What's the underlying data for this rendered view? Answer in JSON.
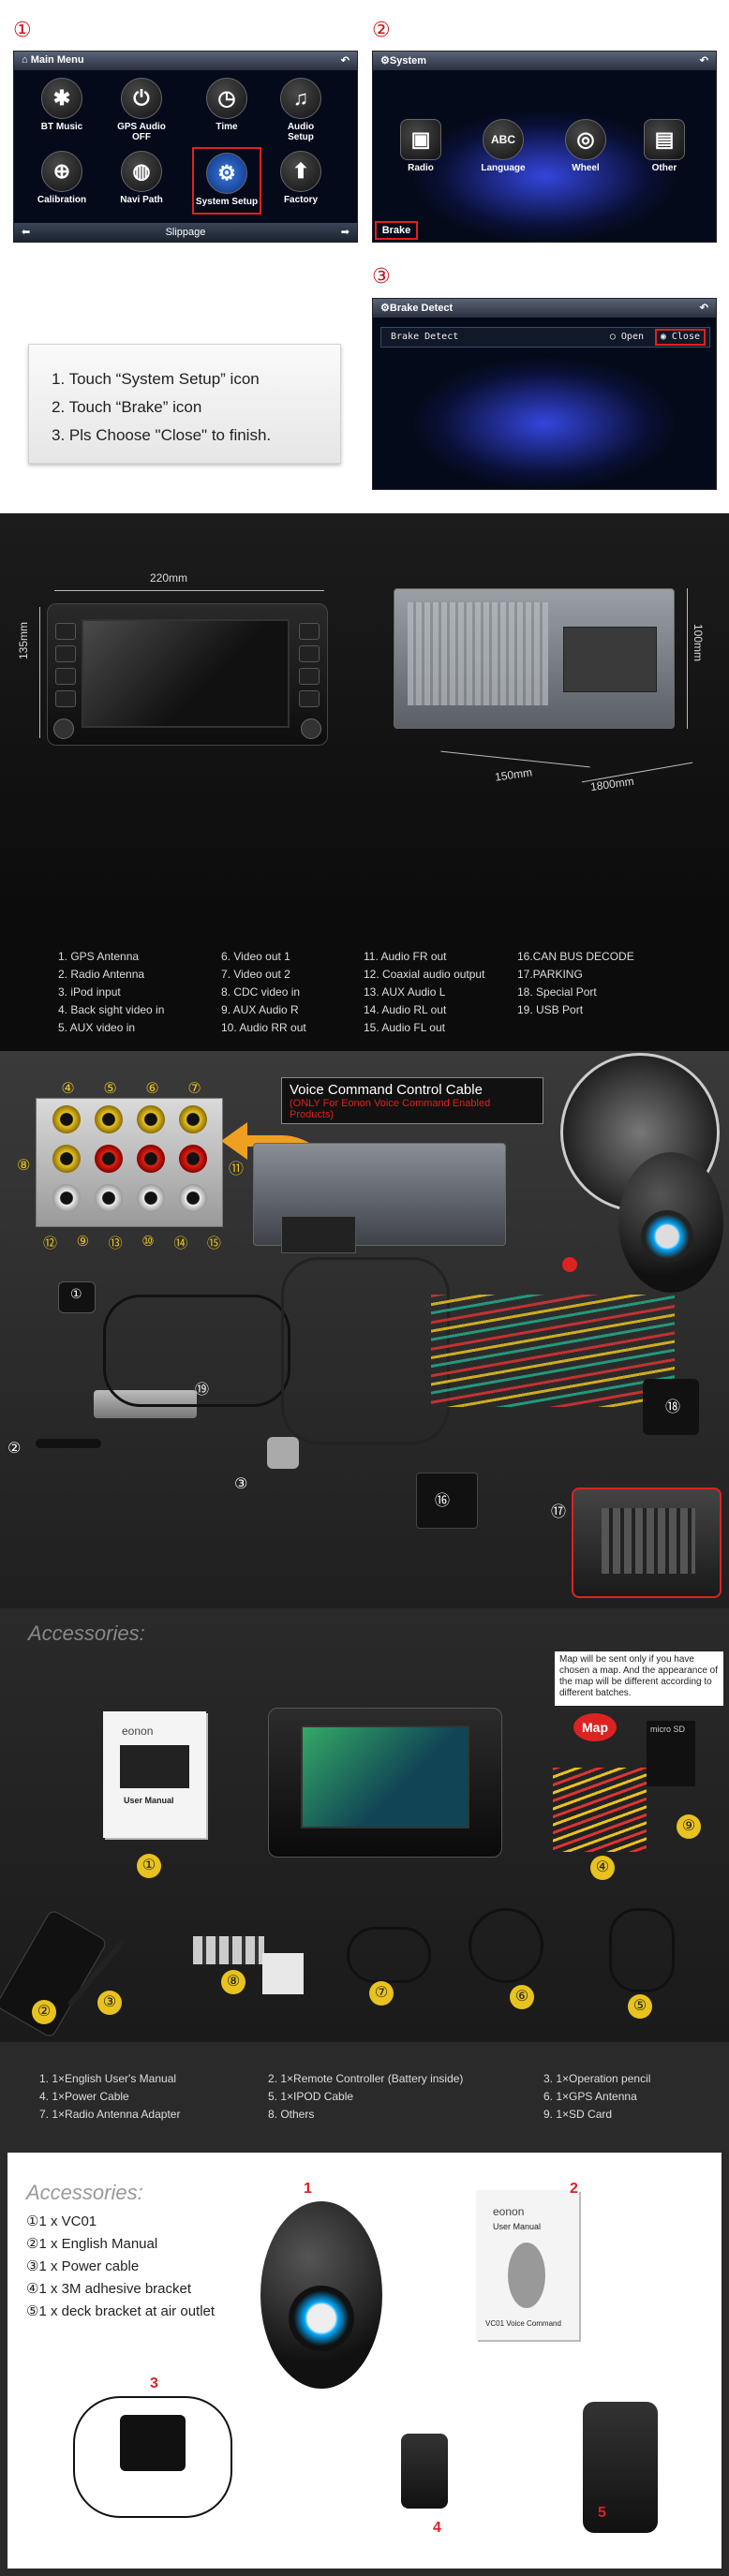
{
  "steps": {
    "n1": "①",
    "n2": "②",
    "n3": "③",
    "main_menu": {
      "title": "Main Menu",
      "tiles": [
        "BT Music",
        "GPS Audio OFF",
        "Time",
        "Audio Setup",
        "Calibration",
        "Navi Path",
        "System Setup",
        "Factory"
      ],
      "footer": "Slippage"
    },
    "system": {
      "title": "System",
      "tiles": [
        "Radio",
        "Language",
        "Wheel",
        "Other"
      ],
      "brake_label": "Brake",
      "abc": "ABC"
    },
    "brake_detect": {
      "title": "Brake Detect",
      "row_label": "Brake Detect",
      "open": "Open",
      "close": "Close"
    },
    "instructions": [
      "1. Touch “System Setup” icon",
      "2. Touch “Brake” icon",
      "3. Pls Choose \"Close\" to finish."
    ]
  },
  "dimensions": {
    "width_front": "220mm",
    "height_front": "135mm",
    "depth_side": "150mm",
    "width_side": "1800mm",
    "height_side": "100mm"
  },
  "ports": {
    "col1": [
      "1. GPS Antenna",
      "2. Radio Antenna",
      "3. iPod input",
      "4. Back sight video in",
      "5. AUX video in"
    ],
    "col2": [
      "6. Video out 1",
      "7. Video out 2",
      "8. CDC video in",
      "9. AUX Audio R",
      "10. Audio RR out"
    ],
    "col3": [
      "11. Audio FR out",
      "12. Coaxial audio output",
      "13. AUX Audio L",
      "14. Audio RL out",
      "15. Audio FL out"
    ],
    "col4": [
      "16.CAN BUS DECODE",
      "17.PARKING",
      "18. Special Port",
      "19. USB Port"
    ]
  },
  "wiring": {
    "voice_title": "Voice Command Control Cable",
    "voice_note": "(ONLY For Eonon Voice Command Enabled Products)",
    "rca_top": [
      "④",
      "⑤",
      "⑥",
      "⑦"
    ],
    "rca_side_left": "⑧",
    "rca_side_right": "⑪",
    "rca_bottom": [
      "⑫",
      "⑨",
      "⑬",
      "⑩",
      "⑭",
      "⑮"
    ],
    "labels": {
      "n1": "①",
      "n2": "②",
      "n3": "③",
      "n16": "⑯",
      "n17": "⑰",
      "n18": "⑱",
      "n19": "⑲"
    }
  },
  "accessories1": {
    "title": "Accessories:",
    "map_note": "Map will be sent only if you have chosen a map. And the appearance of the map will be different according to different batches.",
    "manual_brand": "eonon",
    "manual_title": "User Manual",
    "map_label": "Map",
    "sd_label": "micro SD",
    "nums": [
      "①",
      "②",
      "③",
      "④",
      "⑤",
      "⑥",
      "⑦",
      "⑧",
      "⑨"
    ],
    "list": [
      [
        "1. 1×English User's Manual",
        "2. 1×Remote Controller (Battery inside)",
        "3. 1×Operation pencil"
      ],
      [
        "4. 1×Power Cable",
        "5. 1×IPOD Cable",
        "6. 1×GPS Antenna"
      ],
      [
        "7. 1×Radio Antenna Adapter",
        "8. Others",
        "9. 1×SD Card"
      ]
    ]
  },
  "accessories2": {
    "title": "Accessories:",
    "items": [
      "①1 x VC01",
      "②1 x English Manual",
      "③1 x Power cable",
      "④1 x 3M adhesive bracket",
      "⑤1 x deck bracket at air outlet"
    ],
    "photo_nums": [
      "1",
      "2",
      "3",
      "4",
      "5"
    ],
    "manual_brand": "eonon",
    "manual_title": "User Manual",
    "manual_sub": "VC01 Voice Command"
  }
}
